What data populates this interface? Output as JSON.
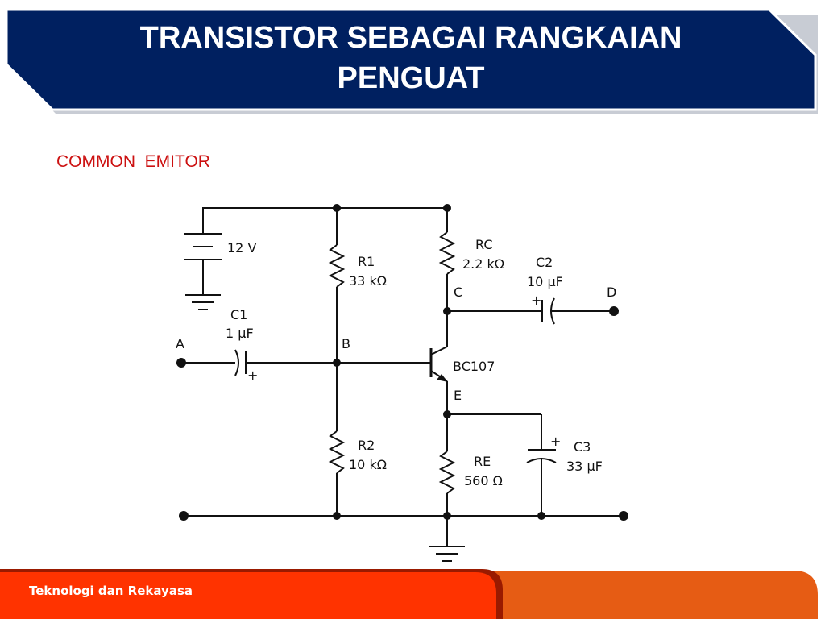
{
  "slide": {
    "title": "TRANSISTOR SEBAGAI RANGKAIAN PENGUAT",
    "subtitle": "COMMON  EMITOR",
    "footer": "Teknologi dan Rekayasa"
  },
  "circuit": {
    "battery": {
      "label": "12 V"
    },
    "c1": {
      "name": "C1",
      "value": "1 µF",
      "polarity": "+"
    },
    "r1": {
      "name": "R1",
      "value": "33 kΩ"
    },
    "r2": {
      "name": "R2",
      "value": "10 kΩ"
    },
    "rc": {
      "name": "RC",
      "value": "2.2 kΩ"
    },
    "re": {
      "name": "RE",
      "value": "560 Ω"
    },
    "c2": {
      "name": "C2",
      "value": "10 µF",
      "polarity": "+"
    },
    "c3": {
      "name": "C3",
      "value": "33 µF",
      "polarity": "+"
    },
    "transistor": {
      "name": "BC107"
    },
    "nodes": {
      "a": "A",
      "b": "B",
      "c": "C",
      "d": "D",
      "e": "E"
    }
  },
  "colors": {
    "banner": "#002060",
    "subtitle": "#cc1111",
    "footer_red": "#ff3300",
    "footer_orange": "#e65c14"
  }
}
